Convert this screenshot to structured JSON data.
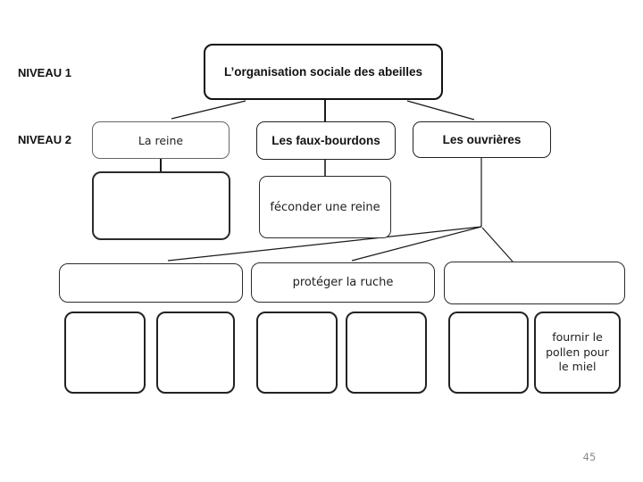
{
  "slide": {
    "level_labels": {
      "level1": "NIVEAU 1",
      "level2": "NIVEAU 2"
    },
    "page_number": "45"
  },
  "diagram": {
    "root": {
      "label": "L’organisation sociale des abeilles"
    },
    "level2": [
      {
        "id": "queen",
        "label": "La reine"
      },
      {
        "id": "drones",
        "label": "Les faux-bourdons"
      },
      {
        "id": "workers",
        "label": "Les ouvrières"
      }
    ],
    "level3": [
      {
        "id": "queen-role",
        "label": ""
      },
      {
        "id": "drones-role",
        "label": "féconder une reine"
      },
      {
        "id": "workers-role-1",
        "label": ""
      },
      {
        "id": "workers-role-2",
        "label": "protéger la ruche"
      },
      {
        "id": "workers-role-3",
        "label": ""
      }
    ],
    "level4": [
      {
        "label": ""
      },
      {
        "label": ""
      },
      {
        "label": ""
      },
      {
        "label": ""
      },
      {
        "label": ""
      },
      {
        "label": "fournir le pollen pour le miel"
      }
    ]
  },
  "colors": {
    "line": "#1a1a1a",
    "border": "#222222",
    "text": "#111111",
    "page_number": "#8a8a8a",
    "background": "#ffffff"
  }
}
